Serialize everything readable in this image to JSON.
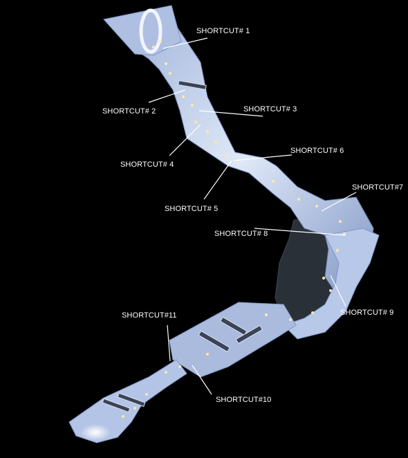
{
  "map": {
    "background": "#000000",
    "track_color": "#c9d6ef",
    "light_color": "#ffe9a8",
    "labels": [
      {
        "id": "sc1",
        "text": "SHORTCUT# 1"
      },
      {
        "id": "sc2",
        "text": "SHORTCUT# 2"
      },
      {
        "id": "sc3",
        "text": "SHORTCUT# 3"
      },
      {
        "id": "sc4",
        "text": "SHORTCUT# 4"
      },
      {
        "id": "sc5",
        "text": "SHORTCUT# 5"
      },
      {
        "id": "sc6",
        "text": "SHORTCUT# 6"
      },
      {
        "id": "sc7",
        "text": "SHORTCUT#7"
      },
      {
        "id": "sc8",
        "text": "SHORTCUT# 8"
      },
      {
        "id": "sc9",
        "text": "SHORTCUT# 9"
      },
      {
        "id": "sc10",
        "text": "SHORTCUT#10"
      },
      {
        "id": "sc11",
        "text": "SHORTCUT#11"
      }
    ]
  }
}
